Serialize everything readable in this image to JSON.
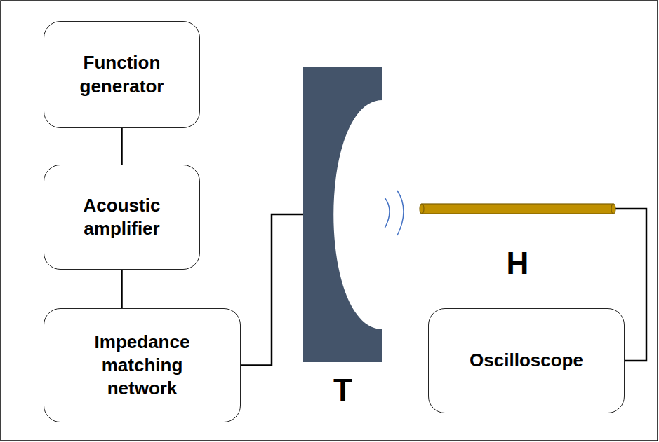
{
  "diagram": {
    "nodes": [
      {
        "text": [
          "Function generator"
        ]
      },
      {
        "text": [
          "Acoustic amplifier"
        ]
      },
      {
        "text": [
          "Impedance matching network"
        ]
      },
      {
        "text": [
          "T"
        ]
      },
      {
        "text": [
          "H"
        ]
      },
      {
        "text": [
          "Oscilloscope"
        ]
      }
    ],
    "edges": [
      {
        "from": 0,
        "to": 1,
        "arrow": "none"
      },
      {
        "from": 1,
        "to": 2,
        "arrow": "none"
      },
      {
        "from": 2,
        "to": 3,
        "arrow": "none"
      },
      {
        "from": 4,
        "to": 5,
        "arrow": "none"
      }
    ]
  }
}
